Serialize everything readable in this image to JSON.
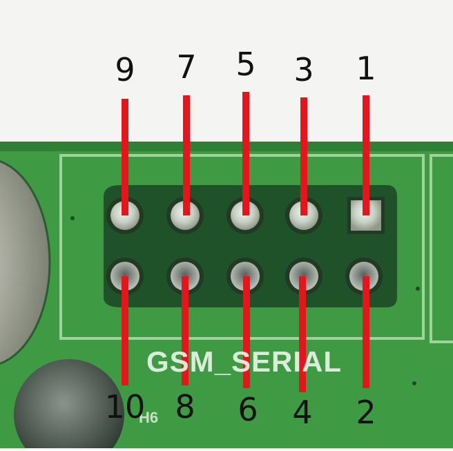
{
  "photo": {
    "silkscreen_label": "GSM_SERIAL",
    "component_ref": "H6"
  },
  "pins_top": [
    "9",
    "7",
    "5",
    "3",
    "1"
  ],
  "pins_bottom": [
    "10",
    "8",
    "6",
    "4",
    "2"
  ],
  "colors": {
    "pcb_green": "#3f9a44",
    "pcb_dark": "#1c4d26",
    "pad_silver": "#b8c2b6",
    "marker_red": "#e8141b",
    "background_white": "#f4f4f2"
  }
}
